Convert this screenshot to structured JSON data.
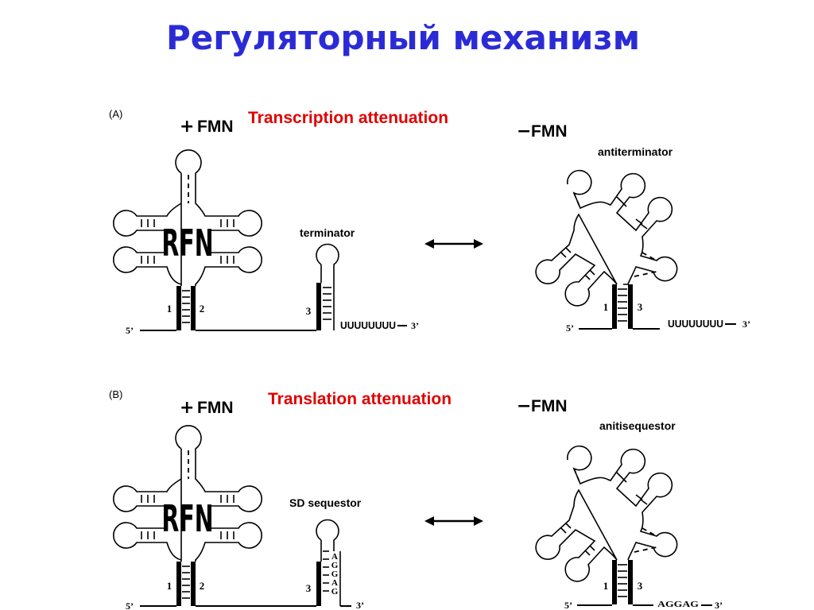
{
  "title": "Регуляторный механизм",
  "panels": [
    {
      "tag": "(A)",
      "heading": "Transcription attenuation",
      "left_state": "FMN",
      "left_sign": "+",
      "right_state": "FMN",
      "right_sign": "−",
      "left_structure": {
        "aptamer": "RFN",
        "helix_left": "1",
        "helix_right": "2",
        "hairpin_label": "terminator",
        "hairpin_strand": "3",
        "tail": "UUUUUUUU",
        "five_prime": "5’",
        "three_prime": "3’"
      },
      "right_structure": {
        "label": "antiterminator",
        "helix_left": "1",
        "helix_right": "3",
        "tail": "UUUUUUUU",
        "five_prime": "5’",
        "three_prime": "3’"
      }
    },
    {
      "tag": "(B)",
      "heading": "Translation attenuation",
      "left_state": "FMN",
      "left_sign": "+",
      "right_state": "FMN",
      "right_sign": "−",
      "left_structure": {
        "aptamer": "RFN",
        "helix_left": "1",
        "helix_right": "2",
        "hairpin_label": "SD sequestor",
        "hairpin_strand": "3",
        "hairpin_sequence": [
          "A",
          "G",
          "G",
          "A",
          "G"
        ],
        "five_prime": "5’",
        "three_prime": "3’"
      },
      "right_structure": {
        "label": "anitisequestor",
        "helix_left": "1",
        "helix_right": "3",
        "tail": "AGGAG",
        "five_prime": "5’",
        "three_prime": "3’"
      }
    }
  ],
  "colors": {
    "title": "#2b2bd6",
    "heading": "#e00000",
    "ink": "#000000"
  },
  "icons": {
    "equilibrium": "double-headed-arrow"
  }
}
